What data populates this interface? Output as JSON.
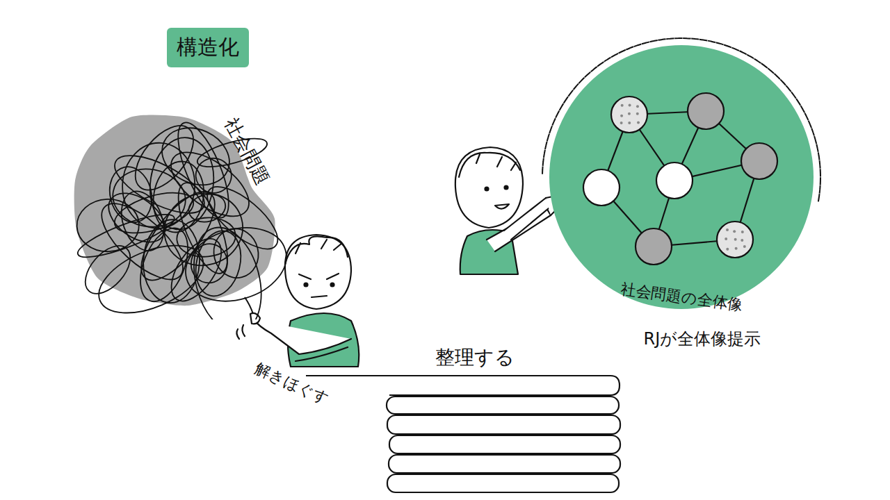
{
  "diagram": {
    "title": "構造化",
    "nodes": [
      {
        "text": [
          "社会問題"
        ]
      },
      {
        "text": [
          "社会問題の全体像"
        ]
      }
    ],
    "labels": [
      "解きほぐす",
      "整理する",
      "RJが全体像提示"
    ]
  }
}
